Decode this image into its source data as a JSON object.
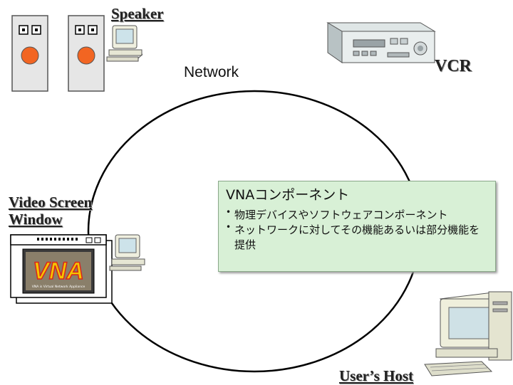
{
  "labels": {
    "speaker": "Speaker",
    "vcr": "VCR",
    "network": "Network",
    "video_screen_line1": "Video Screen",
    "video_screen_line2": "Window",
    "users_host": "User’s Host"
  },
  "callout": {
    "title": "VNAコンポーネント",
    "bullets": [
      "物理デバイスやソフトウェアコンポーネント",
      "ネットワークに対してその機能あるいは部分機能を提供"
    ]
  },
  "logo_text": "VNA",
  "logo_caption": "VNA is Virtual Network Appliance",
  "colors": {
    "callout_bg": "#d8f0d6",
    "speaker_button": "#f26522",
    "logo_red": "#d7261e",
    "logo_yellow": "#f5c400"
  }
}
